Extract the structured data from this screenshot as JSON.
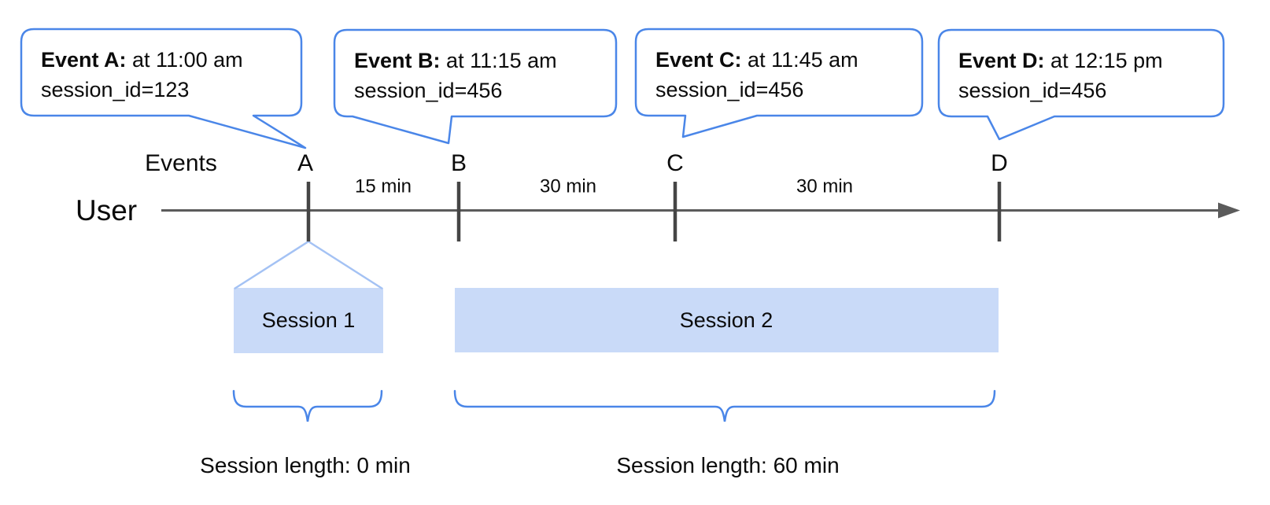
{
  "colors": {
    "accent_blue": "#4a86e8",
    "funnel_blue": "#a4c2f4",
    "session_fill": "#c9daf8",
    "line_gray": "#5b5b5b",
    "tick_gray": "#454545",
    "text_color": "#0b0b0b"
  },
  "timeline": {
    "user_label": "User",
    "events_label": "Events"
  },
  "bubbles": [
    {
      "title": "Event A:",
      "time": "at 11:00 am",
      "session_id": "session_id=123"
    },
    {
      "title": "Event B:",
      "time": "at 11:15 am",
      "session_id": "session_id=456"
    },
    {
      "title": "Event C:",
      "time": "at 11:45 am",
      "session_id": "session_id=456"
    },
    {
      "title": "Event D:",
      "time": "at 12:15 pm",
      "session_id": "session_id=456"
    }
  ],
  "events": [
    {
      "letter": "A"
    },
    {
      "letter": "B"
    },
    {
      "letter": "C"
    },
    {
      "letter": "D"
    }
  ],
  "intervals": [
    {
      "label": "15 min"
    },
    {
      "label": "30 min"
    },
    {
      "label": "30 min"
    }
  ],
  "sessions": [
    {
      "label": "Session 1"
    },
    {
      "label": "Session 2"
    }
  ],
  "session_lengths": [
    {
      "label": "Session length: 0 min"
    },
    {
      "label": "Session length: 60 min"
    }
  ]
}
